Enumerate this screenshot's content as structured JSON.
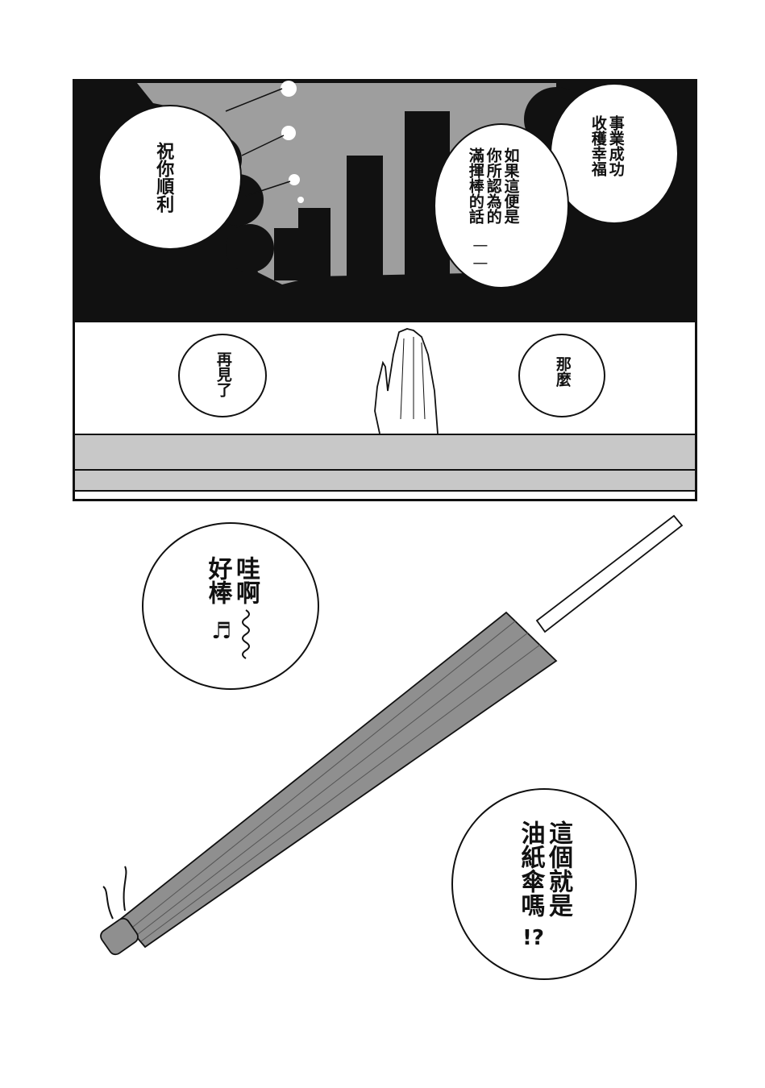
{
  "panel_top": {
    "bubble_left": "祝你順利",
    "bubble_right_a": "事業成功\n收穫幸福",
    "bubble_right_b": "如果這便是\n你所認為的\n滿揮棒的話",
    "bubble_dash": "——"
  },
  "panel_middle": {
    "bubble_left": "再見了",
    "bubble_right": "那麼"
  },
  "panel_bottom": {
    "bubble_wow": "哇啊\n好棒",
    "bubble_note": "♬",
    "bubble_question": "這個就是\n油紙傘嗎",
    "bubble_question_mark": "!?"
  },
  "colors": {
    "sky": "#9e9e9e",
    "ink": "#111111",
    "gray_band": "#c8c8c8",
    "umbrella": "#8f8f8f"
  }
}
